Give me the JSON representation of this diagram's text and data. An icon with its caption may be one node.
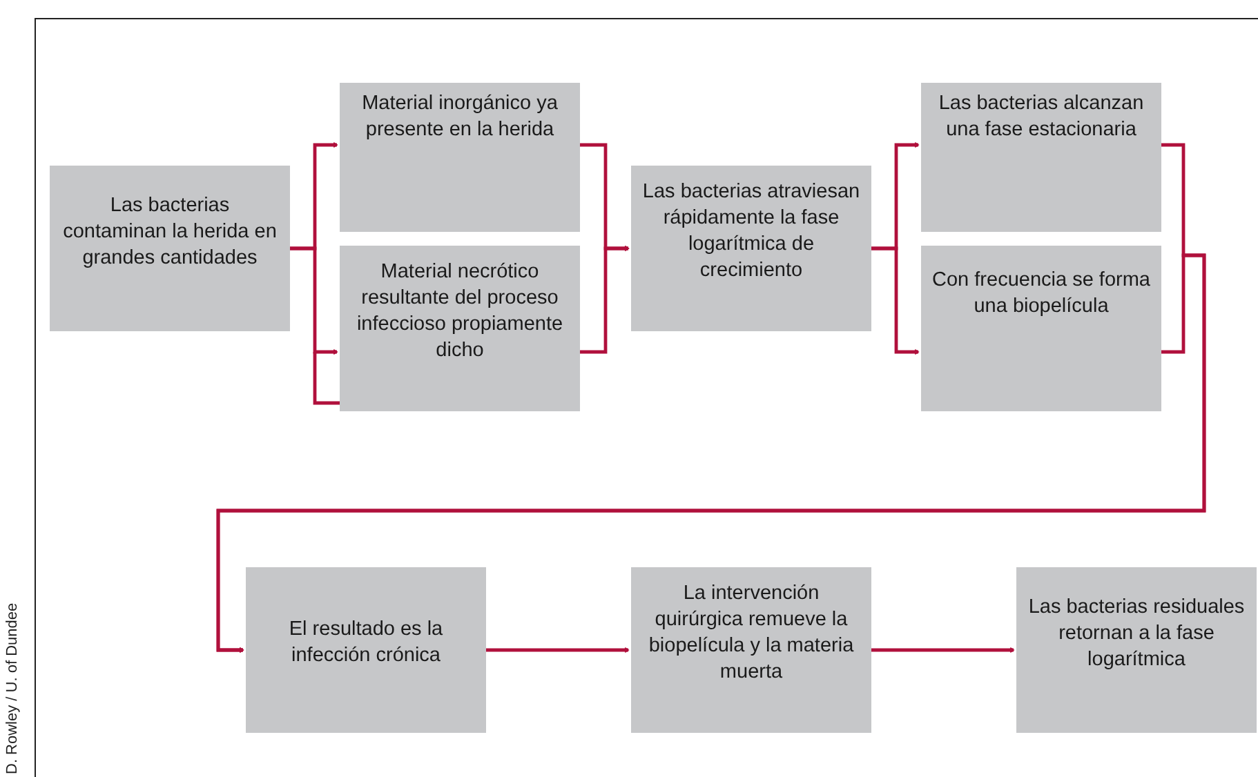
{
  "diagram": {
    "nodes": [
      {
        "text": [
          "Las bacterias contaminan la herida en grandes cantidades"
        ]
      },
      {
        "text": [
          "Material inorgánico ya presente en la herida"
        ]
      },
      {
        "text": [
          "Material necrótico resultante del proceso infeccioso propiamente dicho"
        ]
      },
      {
        "text": [
          "Las bacterias atraviesan rápidamente la fase logarítmica de crecimiento"
        ]
      },
      {
        "text": [
          "Las bacterias alcanzan una fase estacionaria"
        ]
      },
      {
        "text": [
          "Con frecuencia se forma una biopelícula"
        ]
      },
      {
        "text": [
          "El resultado es la infección crónica"
        ]
      },
      {
        "text": [
          "La intervención quirúrgica remueve la biopelícula y la materia muerta"
        ]
      },
      {
        "text": [
          "Las bacterias residuales retornan a la fase logarítmica"
        ]
      }
    ],
    "edges": [
      {
        "from": 0,
        "to": 1,
        "arrow": "to"
      },
      {
        "from": 0,
        "to": 2,
        "arrow": "to"
      },
      {
        "from": 1,
        "to": 3,
        "arrow": "to"
      },
      {
        "from": 2,
        "to": 3,
        "arrow": "to"
      },
      {
        "from": 3,
        "to": 4,
        "arrow": "to"
      },
      {
        "from": 3,
        "to": 5,
        "arrow": "to"
      },
      {
        "from": 4,
        "to": 6,
        "arrow": "to"
      },
      {
        "from": 5,
        "to": 6,
        "arrow": "to"
      },
      {
        "from": 6,
        "to": 7,
        "arrow": "to"
      },
      {
        "from": 7,
        "to": 8,
        "arrow": "to"
      }
    ],
    "labels": [
      "D. Rowley / U. of Dundee"
    ]
  }
}
